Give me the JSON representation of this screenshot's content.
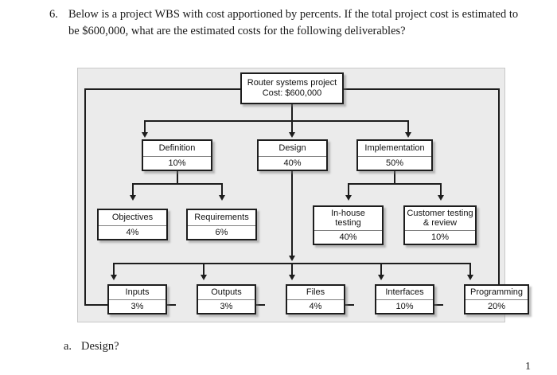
{
  "question": {
    "number": "6.",
    "text": "Below is a project WBS with cost apportioned by percents.  If the total project cost is estimated to be $600,000, what are the estimated costs for the following deliverables?"
  },
  "subquestion": {
    "letter": "a.",
    "text": "Design?"
  },
  "page_number": "1",
  "diagram": {
    "type": "wbs-tree",
    "root": {
      "title": "Router systems project",
      "value": "Cost: $600,000"
    },
    "level2": [
      {
        "title": "Definition",
        "value": "10%"
      },
      {
        "title": "Design",
        "value": "40%"
      },
      {
        "title": "Implementation",
        "value": "50%"
      }
    ],
    "level3_left": [
      {
        "title": "Objectives",
        "value": "4%"
      },
      {
        "title": "Requirements",
        "value": "6%"
      }
    ],
    "level3_right": [
      {
        "title": "In-house\ntesting",
        "value": "40%"
      },
      {
        "title": "Customer testing\n& review",
        "value": "10%"
      }
    ],
    "level4": [
      {
        "title": "Inputs",
        "value": "3%"
      },
      {
        "title": "Outputs",
        "value": "3%"
      },
      {
        "title": "Files",
        "value": "4%"
      },
      {
        "title": "Interfaces",
        "value": "10%"
      },
      {
        "title": "Programming",
        "value": "20%"
      }
    ]
  },
  "colors": {
    "panel_background": "#ebebeb",
    "line": "#1d1d1d",
    "box_fill": "#ffffff",
    "divider": "#808080",
    "text": "#111111"
  }
}
